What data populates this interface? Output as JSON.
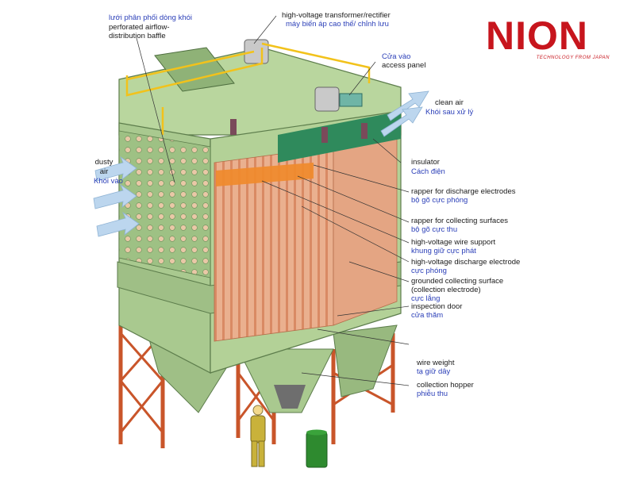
{
  "logo": {
    "word": "NION",
    "tagline": "TECHNOLOGY FROM JAPAN"
  },
  "labels": {
    "baffle": {
      "vi": "lưới phân phối dòng khói",
      "en1": "perforated airflow-",
      "en2": "distribution baffle"
    },
    "transformer": {
      "en": "high-voltage transformer/rectifier",
      "vi": "máy biến áp cao thế/ chỉnh lưu"
    },
    "access": {
      "vi": "Cửa vào",
      "en": "access panel"
    },
    "clean_air": {
      "en": "clean air",
      "vi": "Khói sau xử lý"
    },
    "dusty_air": {
      "en1": "dusty",
      "en2": "air",
      "vi": "Khói vào"
    },
    "insulator": {
      "en": "insulator",
      "vi": "Cách điện"
    },
    "rapper_discharge": {
      "en": "rapper for discharge electrodes",
      "vi": "bộ gõ cực phóng"
    },
    "rapper_collecting": {
      "en": "rapper for collecting surfaces",
      "vi": "bộ gõ cực thu"
    },
    "wire_support": {
      "en": "high-voltage wire support",
      "vi": "khung giữ cực phát"
    },
    "discharge_electrode": {
      "en": "high-voltage discharge electrode",
      "vi": "cực phóng"
    },
    "collecting_surface": {
      "en1": "grounded collecting surface",
      "en2": "(collection electrode)",
      "vi": "cực lắng"
    },
    "inspection_door": {
      "en": "inspection door",
      "vi": "cửa thăm"
    },
    "wire_weight": {
      "en": "wire weight",
      "vi": "tạ giữ dây"
    },
    "hopper": {
      "en": "collection hopper",
      "vi": "phiễu thu"
    }
  },
  "colors": {
    "brand_red": "#c7151d",
    "casing_green": "#a9c98f",
    "casing_dark": "#7fa46a",
    "plate_copper": "#e8a07e",
    "steel_orange": "#d9663a",
    "arrow_blue": "#bcd6ee",
    "rail_yellow": "#f2c21b",
    "label_blue": "#2b3fb8"
  }
}
